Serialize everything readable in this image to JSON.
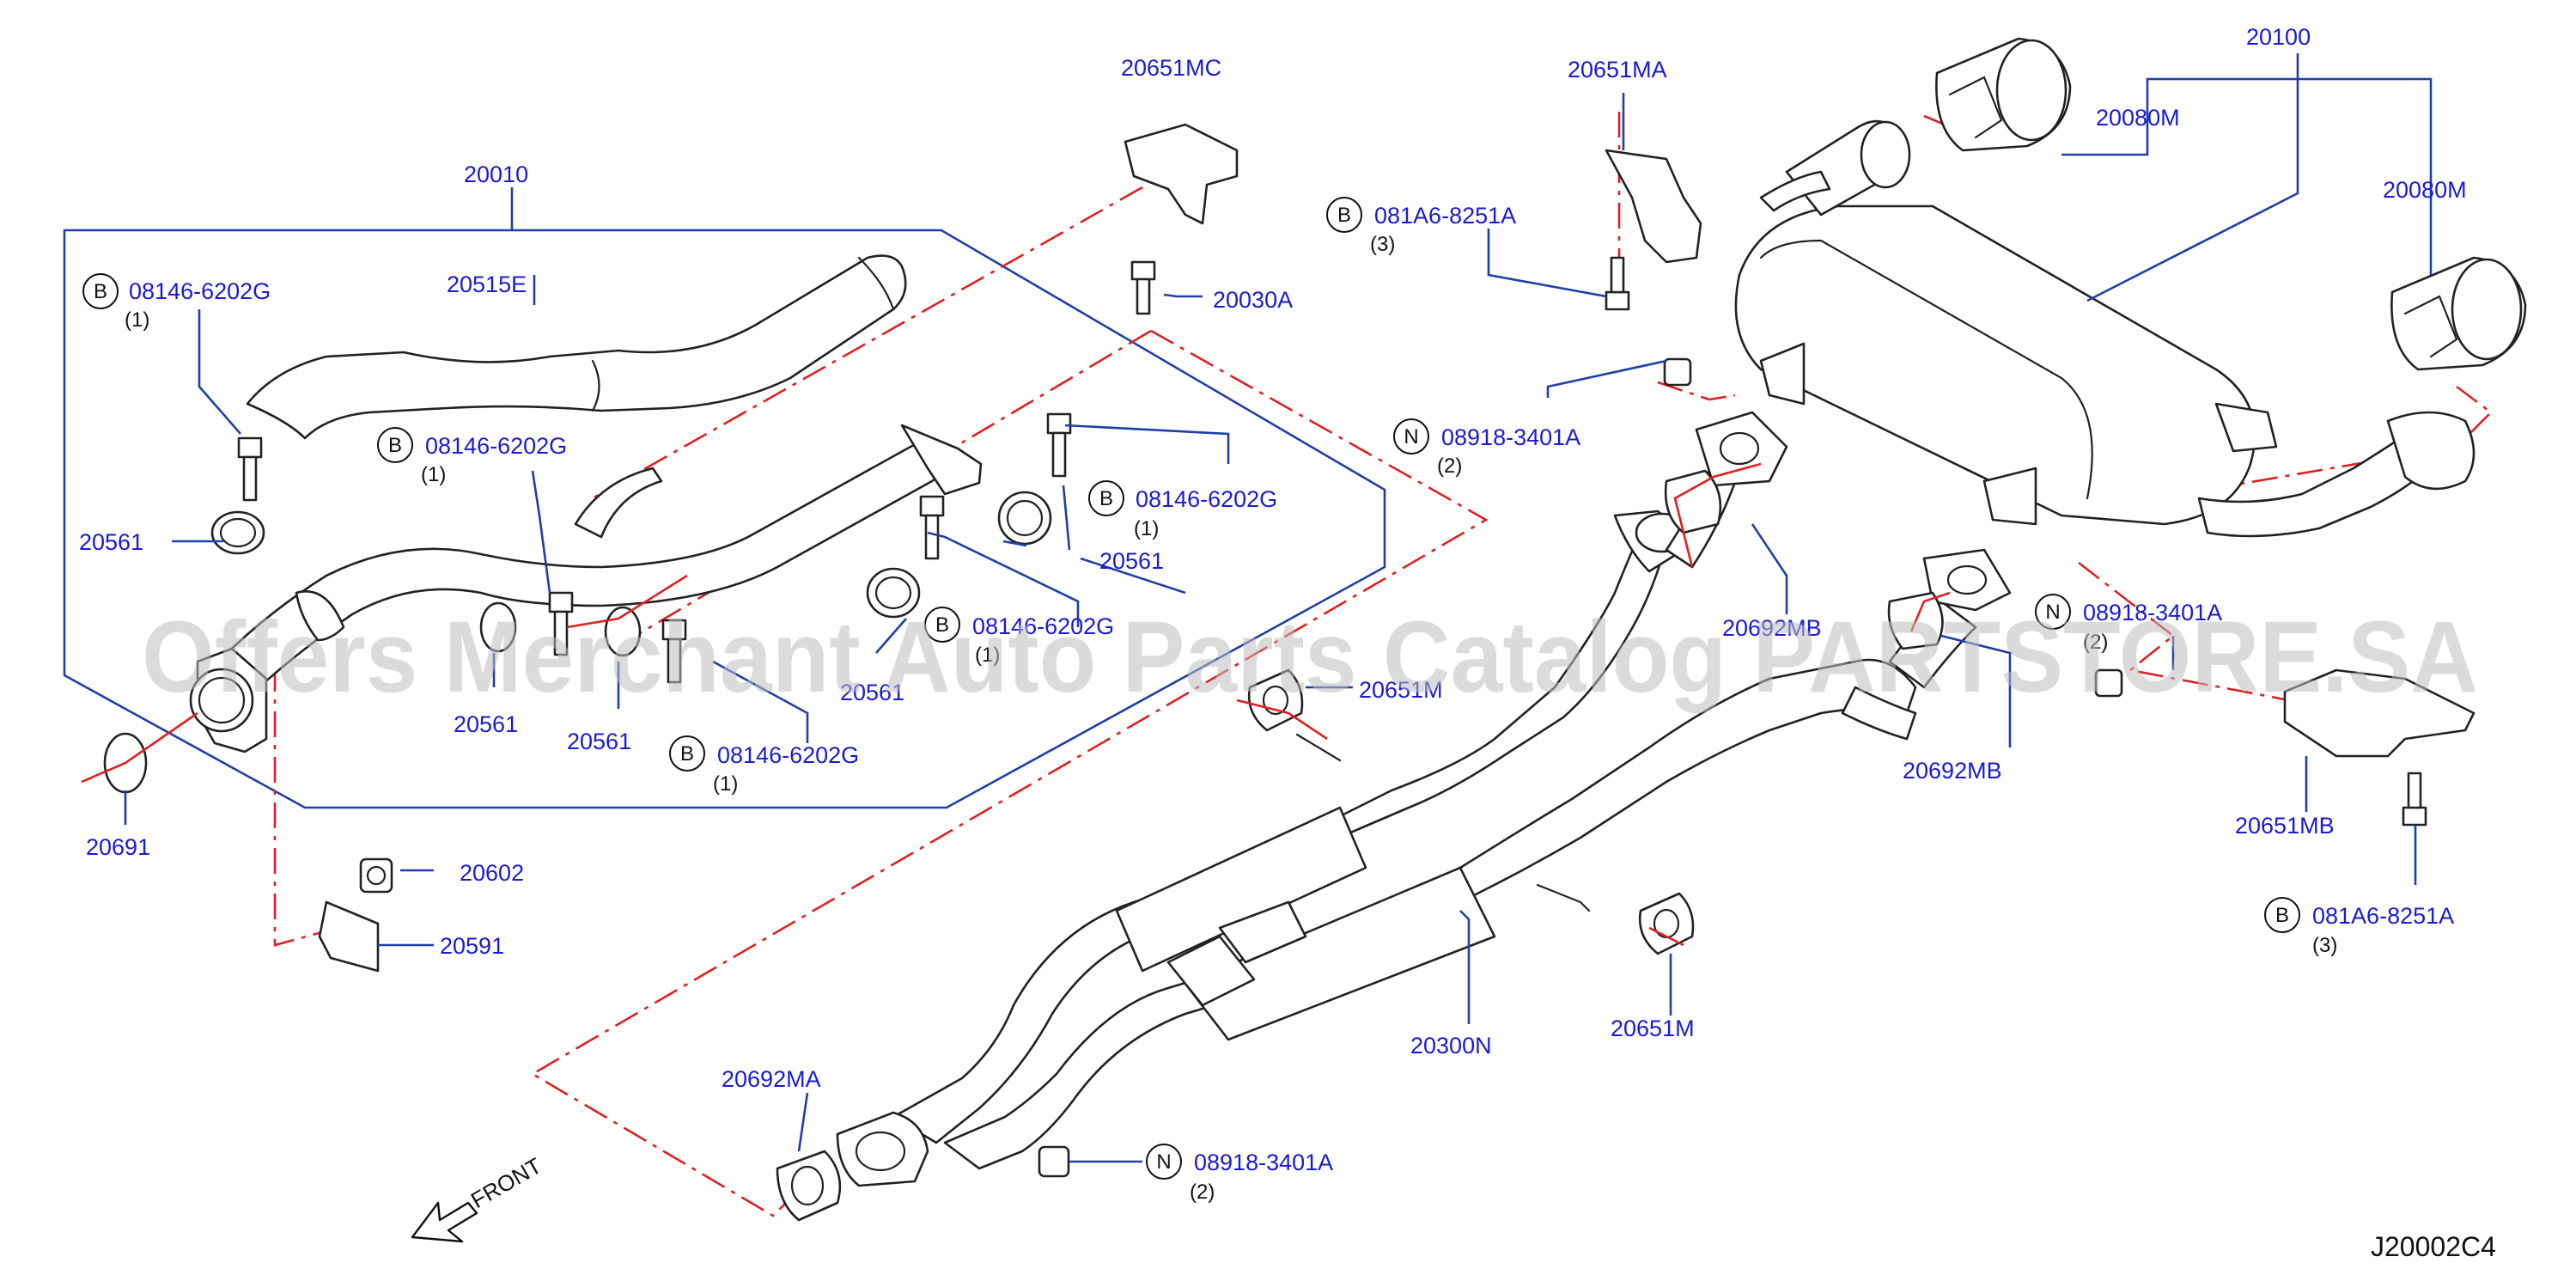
{
  "labels": {
    "p20010": "20010",
    "p20515E": "20515E",
    "p20651MC": "20651MC",
    "p20030A": "20030A",
    "p20651MA": "20651MA",
    "p20100": "20100",
    "p20080M_a": "20080M",
    "p20080M_b": "20080M",
    "p20561_a": "20561",
    "p20561_b": "20561",
    "p20561_c": "20561",
    "p20561_d": "20561",
    "p20561_e": "20561",
    "p20691": "20691",
    "p20602": "20602",
    "p20591": "20591",
    "p20692MB_a": "20692MB",
    "p20692MB_b": "20692MB",
    "p20651MB": "20651MB",
    "p20651M_a": "20651M",
    "p20651M_b": "20651M",
    "p20300N": "20300N",
    "p20692MA": "20692MA"
  },
  "callouts": {
    "c1": {
      "marker": "B",
      "part": "08146-6202G",
      "qty": "(1)"
    },
    "c2": {
      "marker": "B",
      "part": "08146-6202G",
      "qty": "(1)"
    },
    "c3": {
      "marker": "B",
      "part": "08146-6202G",
      "qty": "(1)"
    },
    "c4": {
      "marker": "B",
      "part": "08146-6202G",
      "qty": "(1)"
    },
    "c5": {
      "marker": "B",
      "part": "08146-6202G",
      "qty": "(1)"
    },
    "c6": {
      "marker": "B",
      "part": "081A6-8251A",
      "qty": "(3)"
    },
    "c7": {
      "marker": "B",
      "part": "081A6-8251A",
      "qty": "(3)"
    },
    "c8": {
      "marker": "N",
      "part": "08918-3401A",
      "qty": "(2)"
    },
    "c9": {
      "marker": "N",
      "part": "08918-3401A",
      "qty": "(2)"
    },
    "c10": {
      "marker": "N",
      "part": "08918-3401A",
      "qty": "(2)"
    }
  },
  "front_label": "FRONT",
  "diagram_code": "J20002C4",
  "watermark": "Offers Merchant Auto Parts Catalog PARTSTORE.SA",
  "colors": {
    "label": "#1a1ad6",
    "leader": "#1f3fa8",
    "dashed": "#e02020",
    "part": "#222222"
  }
}
